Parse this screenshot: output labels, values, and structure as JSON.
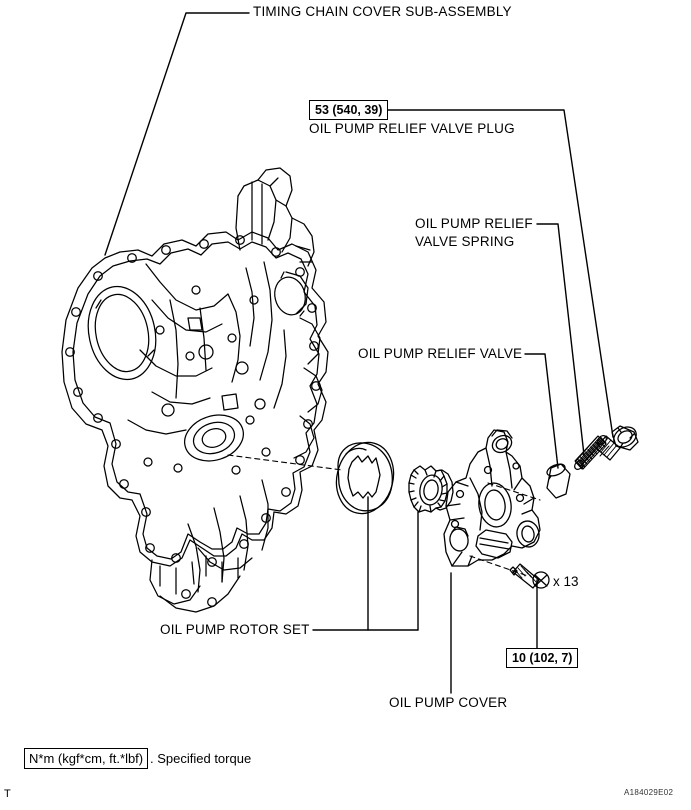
{
  "document": {
    "figure_id": "A184029E02",
    "corner_mark": "T"
  },
  "callouts": {
    "timing_chain_cover": "TIMING CHAIN COVER SUB-ASSEMBLY",
    "relief_valve_plug": "OIL PUMP RELIEF VALVE PLUG",
    "relief_valve_spring_line1": "OIL PUMP RELIEF",
    "relief_valve_spring_line2": "VALVE SPRING",
    "relief_valve": "OIL PUMP RELIEF VALVE",
    "rotor_set": "OIL PUMP ROTOR SET",
    "pump_cover": "OIL PUMP COVER",
    "bolt_quantity": "x 13"
  },
  "torque_specs": {
    "plug": "53 (540, 39)",
    "cover_bolt": "10 (102, 7)"
  },
  "legend": {
    "units_box": "N*m (kgf*cm, ft.*lbf)",
    "note": ". Specified torque"
  }
}
